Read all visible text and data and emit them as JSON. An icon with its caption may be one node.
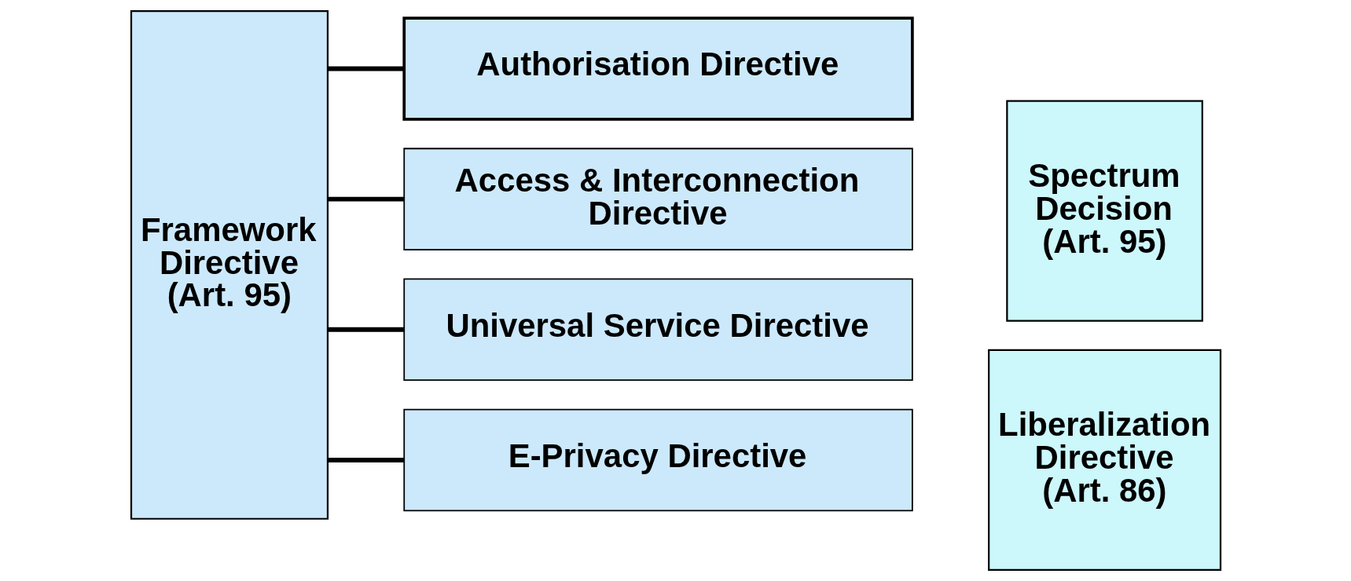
{
  "diagram": {
    "nodes": [
      {
        "text": [
          "Framework Directive (Art. 95)"
        ]
      },
      {
        "text": [
          "Authorisation Directive"
        ]
      },
      {
        "text": [
          "Access & Interconnection Directive"
        ]
      },
      {
        "text": [
          "Universal Service Directive"
        ]
      },
      {
        "text": [
          "E-Privacy Directive"
        ]
      },
      {
        "text": [
          "Liberalization Directive (Art. 86)"
        ]
      },
      {
        "text": [
          "Spectrum Decision (Art. 95)"
        ]
      }
    ],
    "edges": [
      {
        "from": 0,
        "to": 1,
        "arrow": "none"
      },
      {
        "from": 0,
        "to": 2,
        "arrow": "none"
      },
      {
        "from": 0,
        "to": 3,
        "arrow": "none"
      },
      {
        "from": 0,
        "to": 4,
        "arrow": "none"
      }
    ]
  }
}
